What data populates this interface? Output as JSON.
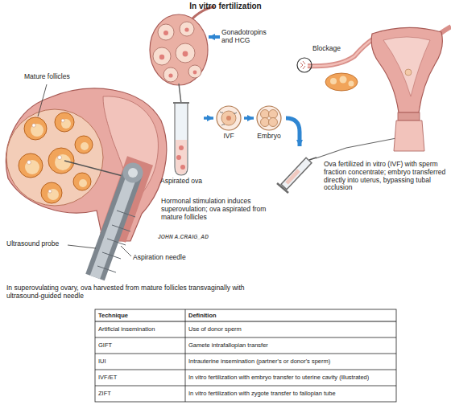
{
  "diagram": {
    "title": "In vitro fertilization",
    "nodes": [
      {
        "text": [
          "Aspirated ova"
        ]
      },
      {
        "text": [
          "IVF"
        ]
      },
      {
        "text": [
          "Embryo"
        ]
      }
    ],
    "edges": [
      {
        "from": 0,
        "to": 1,
        "arrow": "to"
      },
      {
        "from": 1,
        "to": 2,
        "arrow": "to"
      }
    ],
    "labels": [
      "Mature follicles",
      "Gonadotropins and HCG",
      "Blockage",
      "Hormonal stimulation induces superovulation; ova aspirated from mature follicles",
      "Ova fertilized in vitro (IVF) with sperm fraction concentrate; embryo transferred directly into uterus, bypassing tubal occlusion",
      "JOHN A.CRAIG_AD",
      "Ultrasound probe",
      "Aspiration needle",
      "In superovulating ovary, ova harvested from mature follicles transvaginally with ultrasound-guided needle",
      "Technique",
      "Definition",
      "Artificial insemination",
      "Use of donor sperm",
      "GIFT",
      "Gamete intrafallopian transfer",
      "IUI",
      "Intrauterine insemination (partner's or donor's sperm)",
      "IVF/ET",
      "In vitro fertilization with embryo transfer to uterine cavity (illustrated)",
      "ZIFT",
      "In vitro fertilization with zygote transfer to fallopian tube"
    ]
  }
}
